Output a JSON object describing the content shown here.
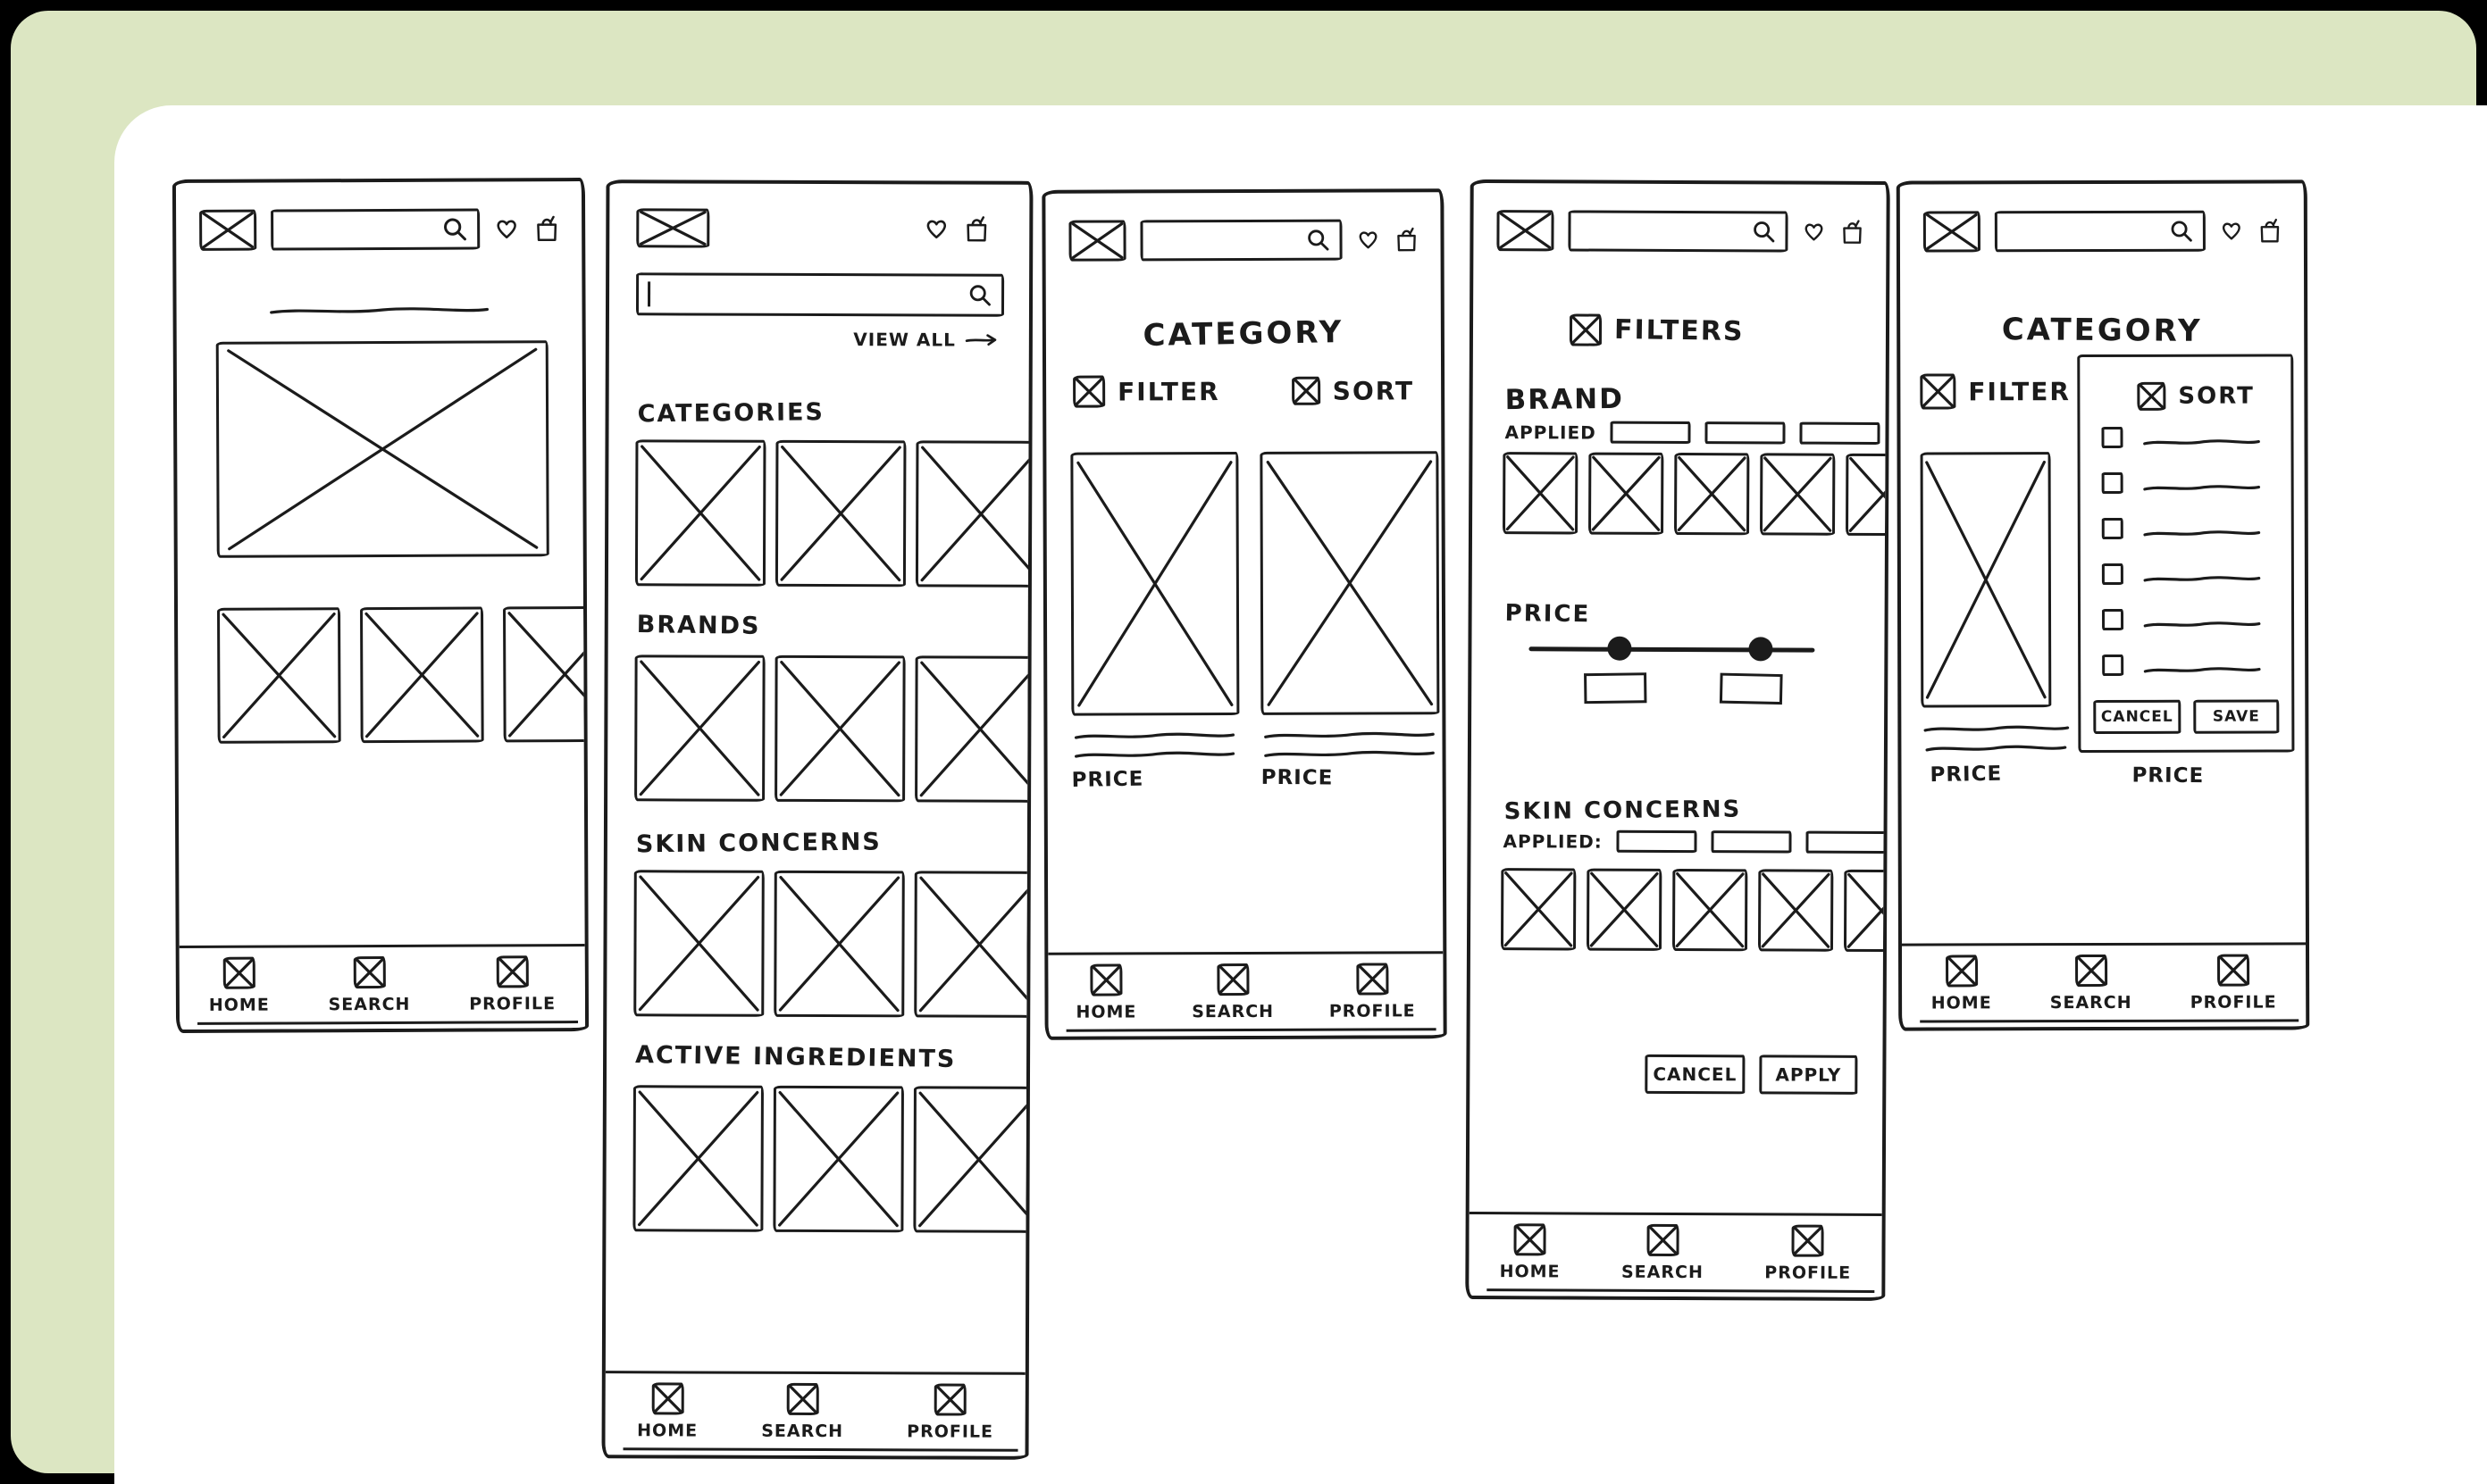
{
  "colors": {
    "ink": "#1b1b1b",
    "paper": "#ffffff",
    "mat_green": "#dce6c2",
    "background": "#000000"
  },
  "bottom_nav": {
    "items": [
      {
        "icon": "home-placeholder",
        "label": "HOME"
      },
      {
        "icon": "search-placeholder",
        "label": "SEARCH"
      },
      {
        "icon": "profile-placeholder",
        "label": "PROFILE"
      }
    ]
  },
  "screens": {
    "home": {
      "name": "home"
    },
    "browse": {
      "view_all_label": "VIEW ALL",
      "section_categories": "CATEGORIES",
      "section_brands": "BRANDS",
      "section_skin_concerns": "SKIN CONCERNS",
      "section_active_ingredients": "ACTIVE INGREDIENTS"
    },
    "category_listing": {
      "title": "CATEGORY",
      "filter_label": "FILTER",
      "sort_label": "SORT",
      "product_price_label": "PRICE"
    },
    "filters": {
      "title": "FILTERS",
      "brand_heading": "BRAND",
      "brand_applied_label": "APPLIED",
      "price_heading": "PRICE",
      "skin_heading": "SKIN CONCERNS",
      "skin_applied_label": "APPLIED:",
      "cancel_label": "CANCEL",
      "apply_label": "APPLY"
    },
    "category_sort": {
      "title": "CATEGORY",
      "filter_label": "FILTER",
      "sort_label": "SORT",
      "cancel_label": "CANCEL",
      "save_label": "SAVE",
      "product_price_label": "PRICE"
    }
  }
}
